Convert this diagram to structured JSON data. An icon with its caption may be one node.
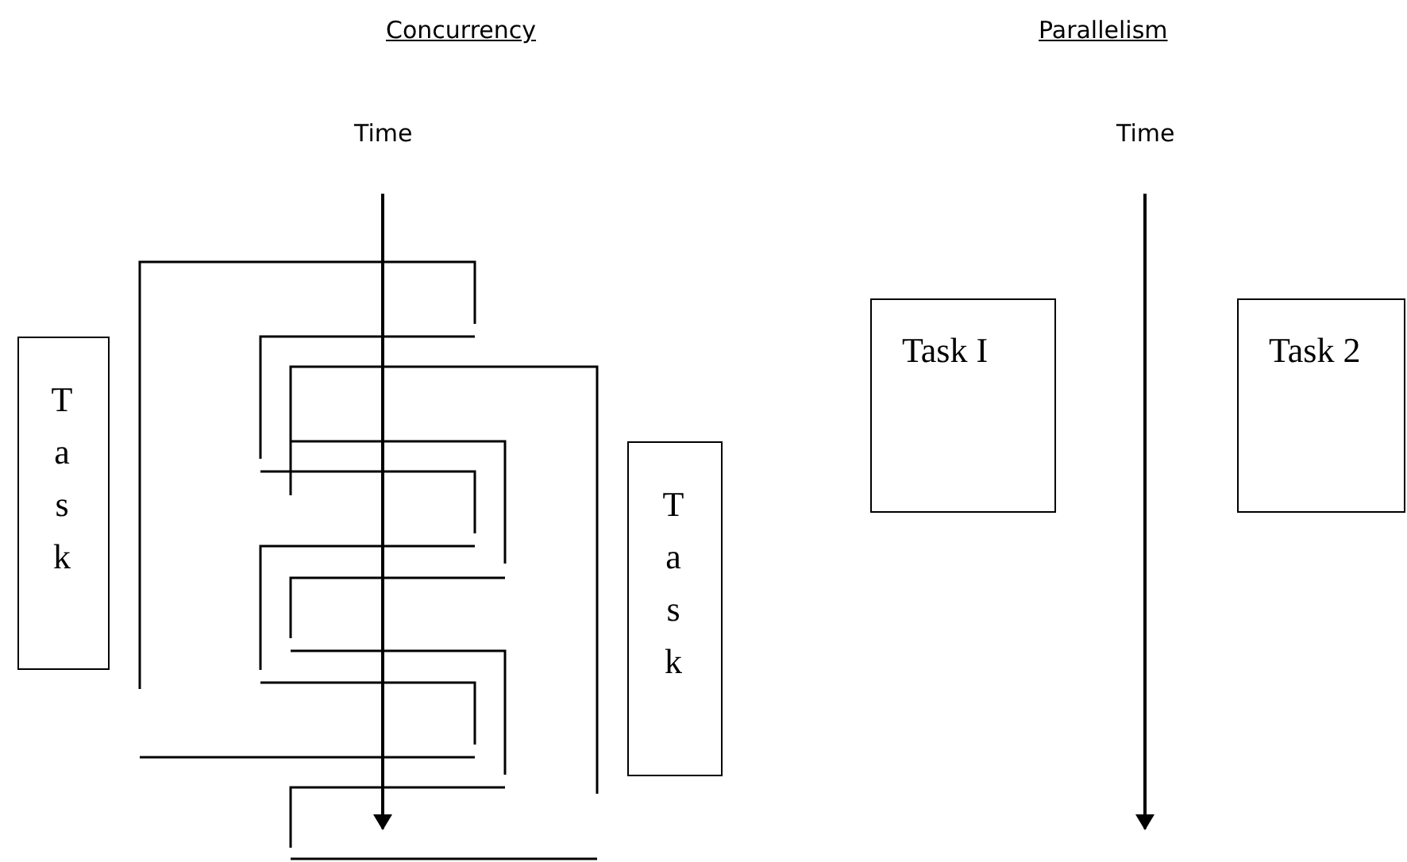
{
  "diagram": {
    "nodes": [
      {
        "text": [
          "Task"
        ]
      },
      {
        "text": [
          "Task"
        ]
      },
      {
        "text": [
          "Task I"
        ]
      },
      {
        "text": [
          "Task 2"
        ]
      }
    ],
    "labels": [
      "Concurrency",
      "Parallelism",
      "Time",
      "Time"
    ]
  }
}
